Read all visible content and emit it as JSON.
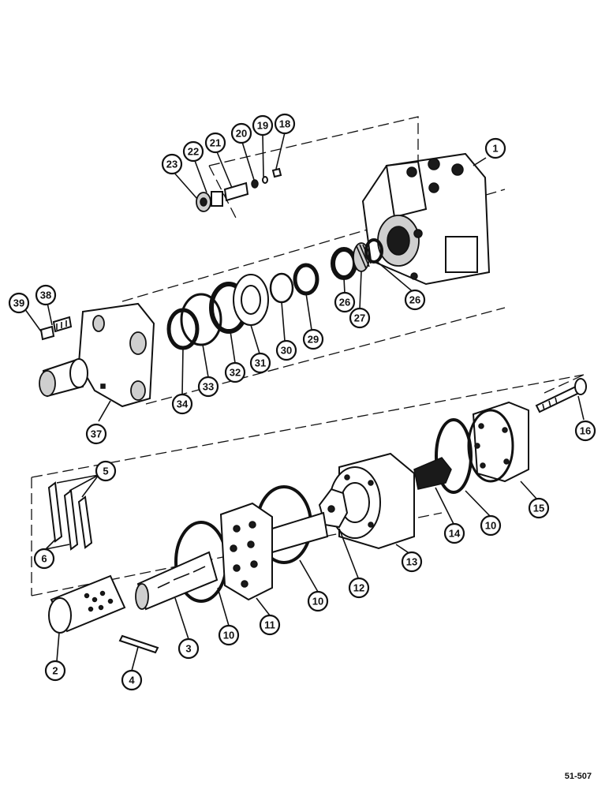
{
  "diagram": {
    "reference_code": "51-507",
    "callouts": [
      {
        "id": "c1",
        "label": "1"
      },
      {
        "id": "c18",
        "label": "18"
      },
      {
        "id": "c19",
        "label": "19"
      },
      {
        "id": "c20",
        "label": "20"
      },
      {
        "id": "c21",
        "label": "21"
      },
      {
        "id": "c22",
        "label": "22"
      },
      {
        "id": "c23",
        "label": "23"
      },
      {
        "id": "c26a",
        "label": "26"
      },
      {
        "id": "c26b",
        "label": "26"
      },
      {
        "id": "c27",
        "label": "27"
      },
      {
        "id": "c29",
        "label": "29"
      },
      {
        "id": "c30",
        "label": "30"
      },
      {
        "id": "c31",
        "label": "31"
      },
      {
        "id": "c32",
        "label": "32"
      },
      {
        "id": "c33",
        "label": "33"
      },
      {
        "id": "c34",
        "label": "34"
      },
      {
        "id": "c37",
        "label": "37"
      },
      {
        "id": "c38",
        "label": "38"
      },
      {
        "id": "c39",
        "label": "39"
      },
      {
        "id": "c16",
        "label": "16"
      },
      {
        "id": "c15",
        "label": "15"
      },
      {
        "id": "c14",
        "label": "14"
      },
      {
        "id": "c10a",
        "label": "10"
      },
      {
        "id": "c10b",
        "label": "10"
      },
      {
        "id": "c10c",
        "label": "10"
      },
      {
        "id": "c13",
        "label": "13"
      },
      {
        "id": "c12",
        "label": "12"
      },
      {
        "id": "c11",
        "label": "11"
      },
      {
        "id": "c5",
        "label": "5"
      },
      {
        "id": "c6",
        "label": "6"
      },
      {
        "id": "c3",
        "label": "3"
      },
      {
        "id": "c2",
        "label": "2"
      },
      {
        "id": "c4",
        "label": "4"
      }
    ]
  }
}
